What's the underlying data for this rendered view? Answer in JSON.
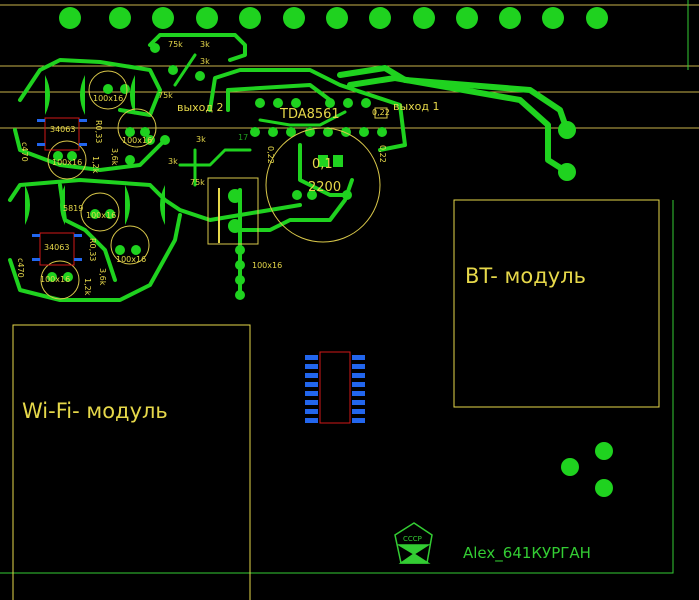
{
  "board": {
    "bt_module_label": "BT- модуль",
    "wifi_module_label": "Wi-Fi- модуль",
    "author": "Alex_641КУРГАН",
    "logo_text": "СССР",
    "ic_main": "TDA8561",
    "output_1": "выход 1",
    "output_2": "выход 2",
    "cap_big_value": "2200",
    "cap_small_value": "0,1",
    "pin_label": "17",
    "colors": {
      "copper": "#1fd21f",
      "silk": "#e6d84a",
      "outline": "#33cc33",
      "smd_body": "#d01818",
      "smd_pads": "#2266ee"
    }
  },
  "components": {
    "ic_a": "34063",
    "ic_b": "34063",
    "cap_1": "100x16",
    "cap_2": "100x16",
    "cap_3": "100x16",
    "cap_4": "100x16",
    "cap_5": "100x16",
    "cap_6": "100x16",
    "cap_7": "100x16",
    "res_75k_1": "75k",
    "res_75k_2": "75k",
    "res_75k_3": "75k",
    "res_3k_1": "3k",
    "res_3k_2": "3k",
    "res_3k_3": "3k",
    "res_3k_4": "3k",
    "res_r033_1": "R0,33",
    "res_r033_2": "R0,33",
    "res_36k_1": "3,6k",
    "res_36k_2": "3,6k",
    "res_12k_1": "1,2k",
    "res_12k_2": "1,2k",
    "cap_c470_1": "c470",
    "cap_c470_2": "c470",
    "diode": "5819",
    "cap_022_1": "0,22",
    "cap_022_2": "0,22",
    "cap_022_3": "0,22"
  }
}
